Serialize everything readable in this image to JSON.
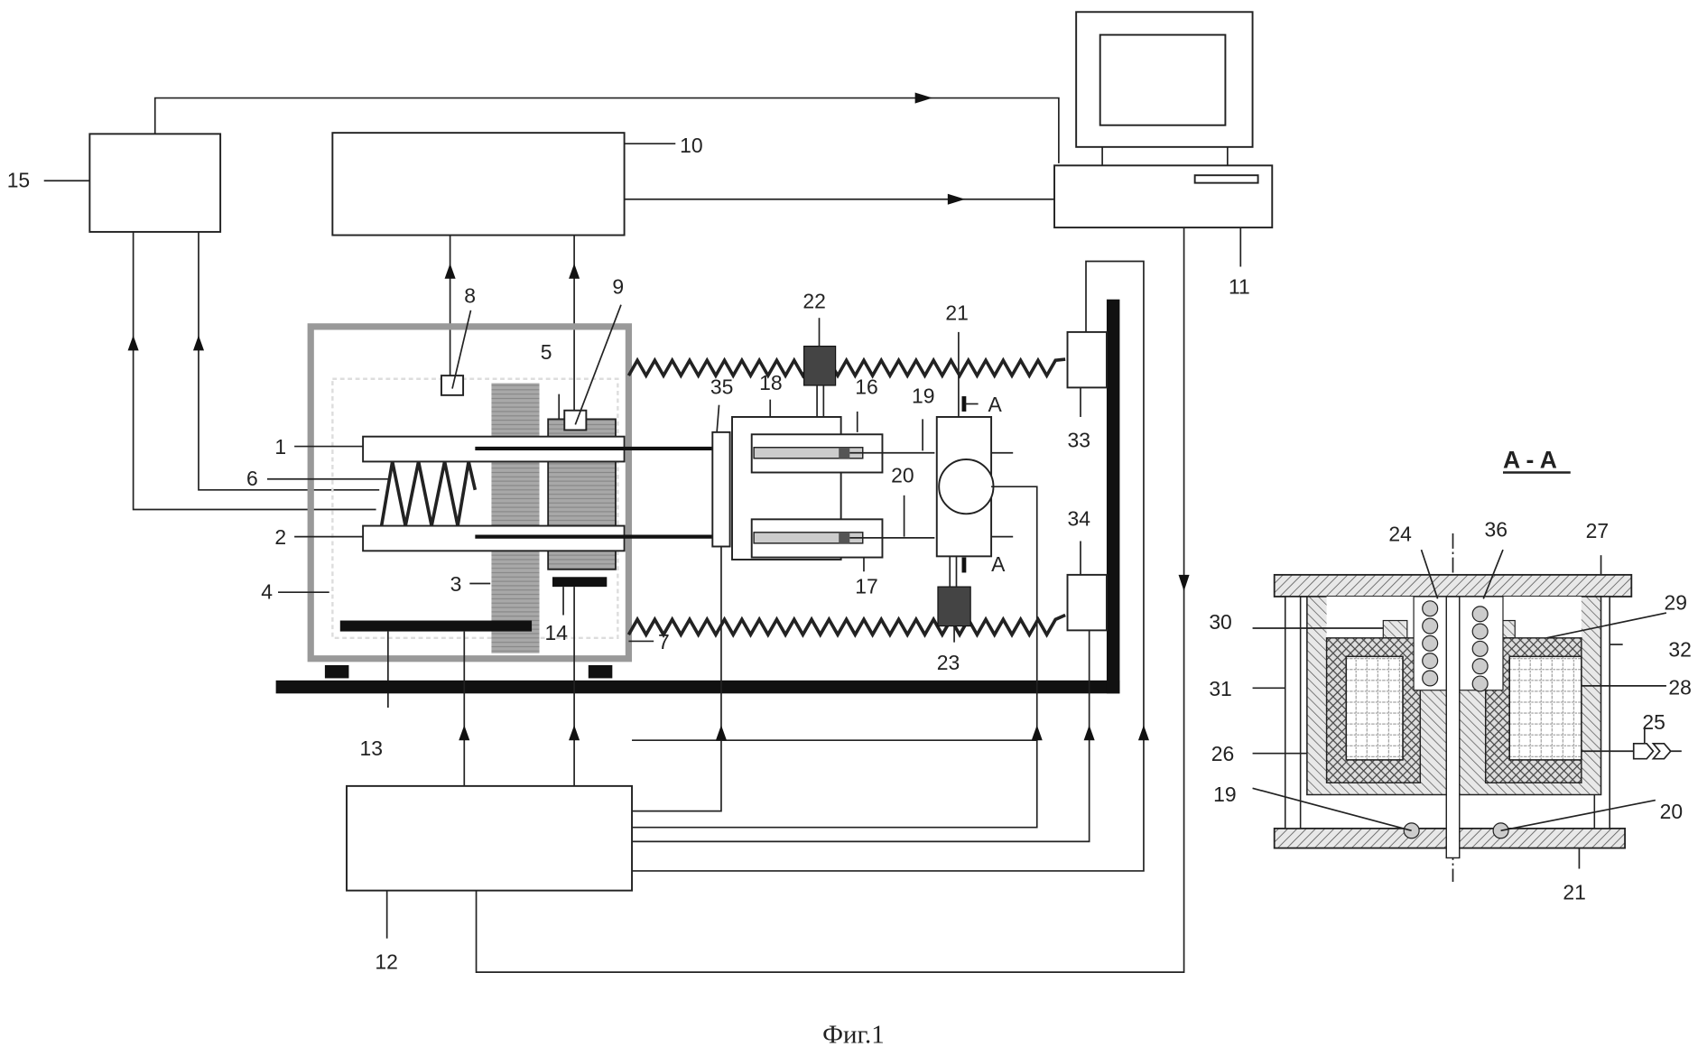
{
  "figure": {
    "caption": "Фиг.1",
    "section_title": "A - A",
    "section_marker": "A",
    "colors": {
      "line": "#222222",
      "hatch_gray": "#9a9a9a",
      "solid": "#111111",
      "background": "#ffffff"
    }
  },
  "labels": {
    "l1": "1",
    "l2": "2",
    "l3": "3",
    "l4": "4",
    "l5": "5",
    "l6": "6",
    "l7": "7",
    "l8": "8",
    "l9": "9",
    "l10": "10",
    "l11": "11",
    "l12": "12",
    "l13": "13",
    "l14": "14",
    "l15": "15",
    "l16": "16",
    "l17": "17",
    "l18": "18",
    "l19": "19",
    "l20": "20",
    "l21": "21",
    "l22": "22",
    "l23": "23",
    "l24": "24",
    "l25": "25",
    "l26": "26",
    "l27": "27",
    "l28": "28",
    "l29": "29",
    "l30": "30",
    "l31": "31",
    "l32": "32",
    "l33": "33",
    "l34": "34",
    "l35": "35",
    "l36": "36"
  },
  "icons": {
    "computer": "computer-icon",
    "arrow": "arrow-icon"
  }
}
